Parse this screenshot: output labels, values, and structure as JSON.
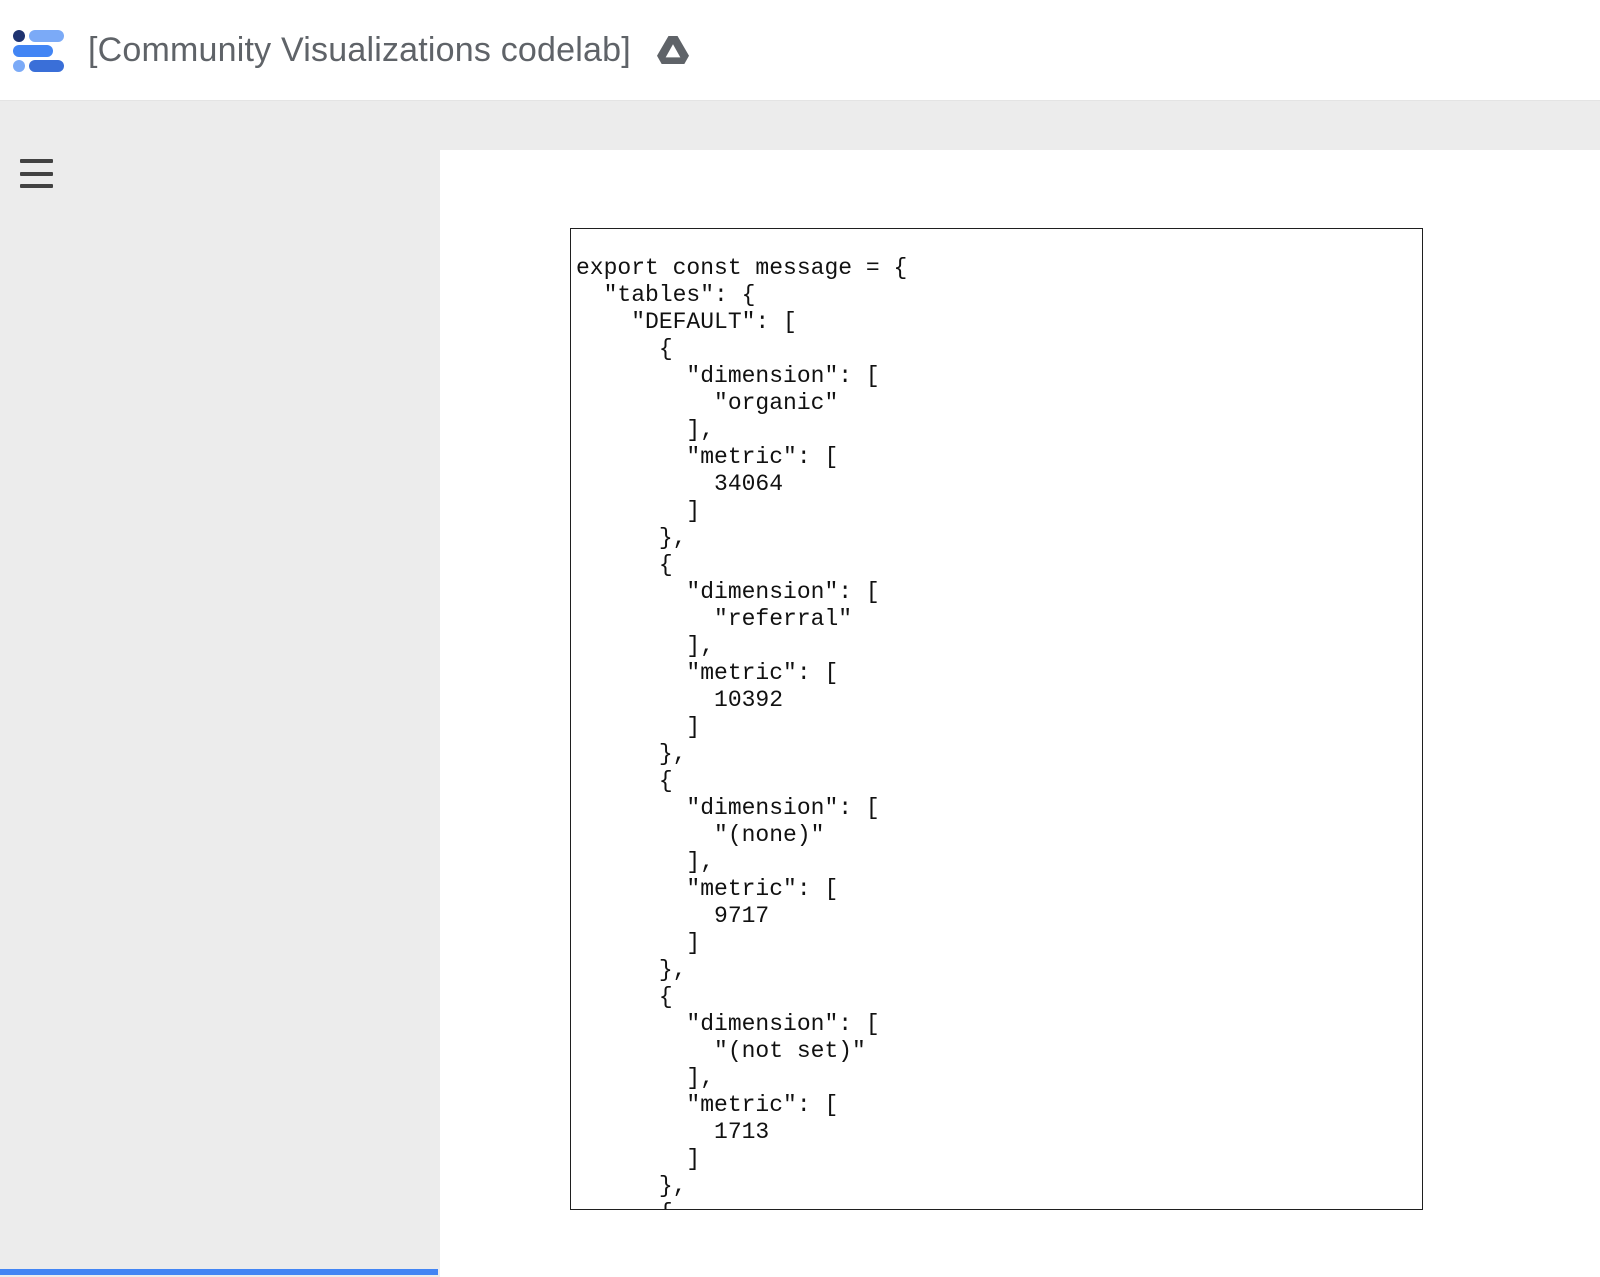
{
  "header": {
    "title": "[Community Visualizations codelab]",
    "icons": {
      "logo": "data-studio-logo",
      "drive": "google-drive-icon"
    }
  },
  "menu": {
    "icon": "hamburger-menu-icon"
  },
  "colors": {
    "accent_blue": "#4285f4",
    "title_gray": "#5f6368",
    "page_background": "#ececec",
    "canvas_background": "#ffffff",
    "code_border": "#1f1f1f"
  },
  "code_block": {
    "text": "export const message = {\n  \"tables\": {\n    \"DEFAULT\": [\n      {\n        \"dimension\": [\n          \"organic\"\n        ],\n        \"metric\": [\n          34064\n        ]\n      },\n      {\n        \"dimension\": [\n          \"referral\"\n        ],\n        \"metric\": [\n          10392\n        ]\n      },\n      {\n        \"dimension\": [\n          \"(none)\"\n        ],\n        \"metric\": [\n          9717\n        ]\n      },\n      {\n        \"dimension\": [\n          \"(not set)\"\n        ],\n        \"metric\": [\n          1713\n        ]\n      },\n      {",
    "parsed_rows": [
      {
        "dimension": "organic",
        "metric": 34064
      },
      {
        "dimension": "referral",
        "metric": 10392
      },
      {
        "dimension": "(none)",
        "metric": 9717
      },
      {
        "dimension": "(not set)",
        "metric": 1713
      }
    ]
  }
}
